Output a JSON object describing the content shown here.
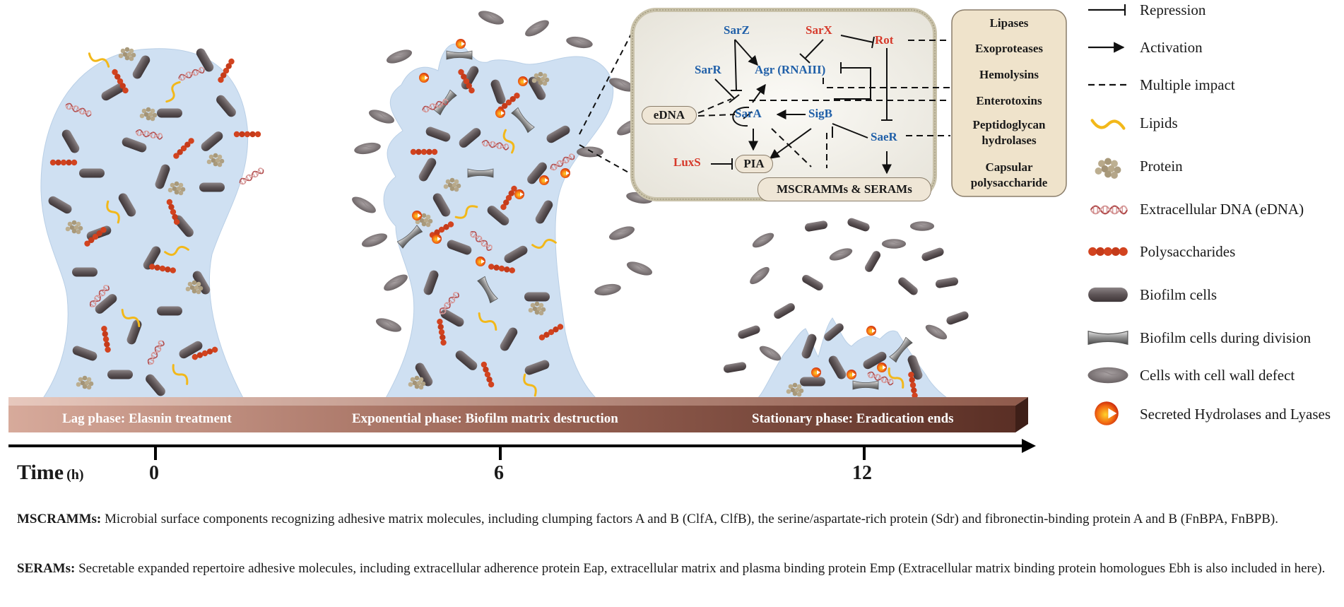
{
  "network": {
    "genes": {
      "sarz": "SarZ",
      "sarx": "SarX",
      "rot": "Rot",
      "sarr": "SarR",
      "agr": "Agr (RNAIII)",
      "edna": "eDNA",
      "sara": "SarA",
      "sigb": "SigB",
      "saer": "SaeR",
      "luxs": "LuxS",
      "pia": "PIA",
      "mscramms": "MSCRAMMs & SERAMs"
    },
    "effects": [
      "Lipases",
      "Exoproteases",
      "Hemolysins",
      "Enterotoxins",
      "Peptidoglycan hydrolases",
      "Capsular polysaccharide"
    ]
  },
  "timeline": {
    "phases": [
      "Lag phase: Elasnin treatment",
      "Exponential phase: Biofilm matrix destruction",
      "Stationary phase: Eradication ends"
    ],
    "axis_label": "Time",
    "axis_unit": "(h)",
    "ticks": [
      "0",
      "6",
      "12"
    ]
  },
  "legend": [
    {
      "icon": "repression-line-icon",
      "label": "Repression"
    },
    {
      "icon": "activation-arrow-icon",
      "label": "Activation"
    },
    {
      "icon": "dashed-line-icon",
      "label": "Multiple impact"
    },
    {
      "icon": "lipid-icon",
      "label": "Lipids"
    },
    {
      "icon": "protein-icon",
      "label": "Protein"
    },
    {
      "icon": "dna-icon",
      "label": "Extracellular DNA (eDNA)"
    },
    {
      "icon": "polysaccharide-icon",
      "label": "Polysaccharides"
    },
    {
      "icon": "biofilm-cell-icon",
      "label": "Biofilm cells"
    },
    {
      "icon": "dividing-cell-icon",
      "label": "Biofilm cells during division"
    },
    {
      "icon": "defect-cell-icon",
      "label": "Cells with cell wall defect"
    },
    {
      "icon": "hydrolase-icon",
      "label": "Secreted Hydrolases and Lyases"
    }
  ],
  "notes": {
    "mscramms_term": "MSCRAMMs:",
    "mscramms_text": "Microbial surface components recognizing adhesive matrix molecules, including clumping factors A and B (ClfA, ClfB), the serine/aspartate-rich protein (Sdr) and fibronectin-binding protein A and B (FnBPA, FnBPB).",
    "serams_term": "SERAMs:",
    "serams_text": "Secretable expanded repertoire adhesive molecules, including extracellular adherence protein Eap, extracellular matrix and plasma binding protein Emp (Extracellular matrix binding protein homologues Ebh is also included in here)."
  },
  "colors": {
    "biofilm": "#cfe0f2",
    "cell": "#6b6264",
    "polysaccharide": "#d2431f",
    "lipid": "#f2b81a",
    "protein": "#b9ab8a",
    "dna": "#b04a4a",
    "bar_left": "#d9a99a",
    "bar_right": "#5a2f25",
    "gene_blue": "#1f5fa8",
    "gene_red": "#d6392a"
  }
}
